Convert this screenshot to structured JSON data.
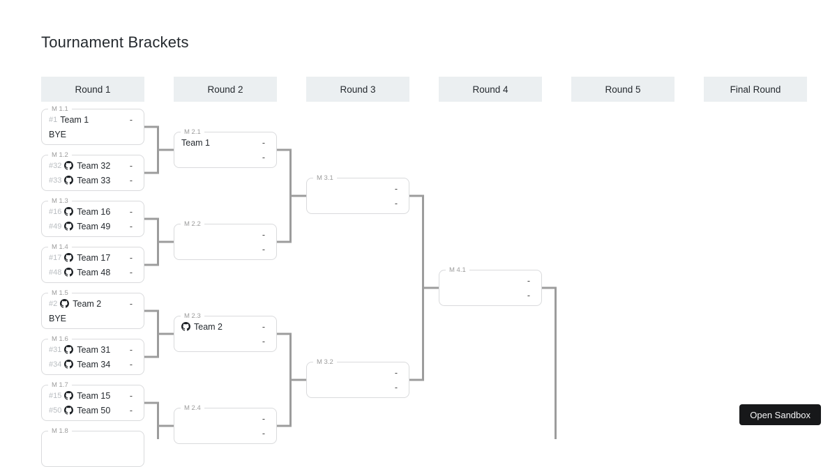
{
  "title": "Tournament Brackets",
  "rounds": [
    {
      "label": "Round 1"
    },
    {
      "label": "Round 2"
    },
    {
      "label": "Round 3"
    },
    {
      "label": "Round 4"
    },
    {
      "label": "Round 5"
    },
    {
      "label": "Final Round"
    }
  ],
  "matches": [
    {
      "id": "M 1.1",
      "slots": [
        {
          "seed": "#1",
          "name": "Team 1",
          "score": "-"
        },
        {
          "name": "BYE"
        }
      ]
    },
    {
      "id": "M 1.2",
      "slots": [
        {
          "seed": "#32",
          "icon": "github",
          "name": "Team 32",
          "score": "-"
        },
        {
          "seed": "#33",
          "icon": "github",
          "name": "Team 33",
          "score": "-"
        }
      ]
    },
    {
      "id": "M 1.3",
      "slots": [
        {
          "seed": "#16",
          "icon": "github",
          "name": "Team 16",
          "score": "-"
        },
        {
          "seed": "#49",
          "icon": "github",
          "name": "Team 49",
          "score": "-"
        }
      ]
    },
    {
      "id": "M 1.4",
      "slots": [
        {
          "seed": "#17",
          "icon": "github",
          "name": "Team 17",
          "score": "-"
        },
        {
          "seed": "#48",
          "icon": "github",
          "name": "Team 48",
          "score": "-"
        }
      ]
    },
    {
      "id": "M 1.5",
      "slots": [
        {
          "seed": "#2",
          "icon": "github",
          "name": "Team 2",
          "score": "-"
        },
        {
          "name": "BYE"
        }
      ]
    },
    {
      "id": "M 1.6",
      "slots": [
        {
          "seed": "#31",
          "icon": "github",
          "name": "Team 31",
          "score": "-"
        },
        {
          "seed": "#34",
          "icon": "github",
          "name": "Team 34",
          "score": "-"
        }
      ]
    },
    {
      "id": "M 1.7",
      "slots": [
        {
          "seed": "#15",
          "icon": "github",
          "name": "Team 15",
          "score": "-"
        },
        {
          "seed": "#50",
          "icon": "github",
          "name": "Team 50",
          "score": "-"
        }
      ]
    },
    {
      "id": "M 1.8",
      "slots": [
        {},
        {}
      ]
    },
    {
      "id": "M 2.1",
      "slots": [
        {
          "name": "Team 1",
          "score": "-"
        },
        {
          "score": "-"
        }
      ]
    },
    {
      "id": "M 2.2",
      "slots": [
        {
          "score": "-"
        },
        {
          "score": "-"
        }
      ]
    },
    {
      "id": "M 2.3",
      "slots": [
        {
          "icon": "github",
          "name": "Team 2",
          "score": "-"
        },
        {
          "score": "-"
        }
      ]
    },
    {
      "id": "M 2.4",
      "slots": [
        {
          "score": "-"
        },
        {
          "score": "-"
        }
      ]
    },
    {
      "id": "M 3.1",
      "slots": [
        {
          "score": "-"
        },
        {
          "score": "-"
        }
      ]
    },
    {
      "id": "M 3.2",
      "slots": [
        {
          "score": "-"
        },
        {
          "score": "-"
        }
      ]
    },
    {
      "id": "M 4.1",
      "slots": [
        {
          "score": "-"
        },
        {
          "score": "-"
        }
      ]
    }
  ],
  "button": {
    "label": "Open Sandbox"
  },
  "colors": {
    "header_bg": "#ebeff1",
    "box_border": "#d9dadc",
    "connector": "#9c9c9c",
    "button_bg": "#17181a",
    "text_dark": "#24292e",
    "text_muted": "#9b9b9b"
  }
}
